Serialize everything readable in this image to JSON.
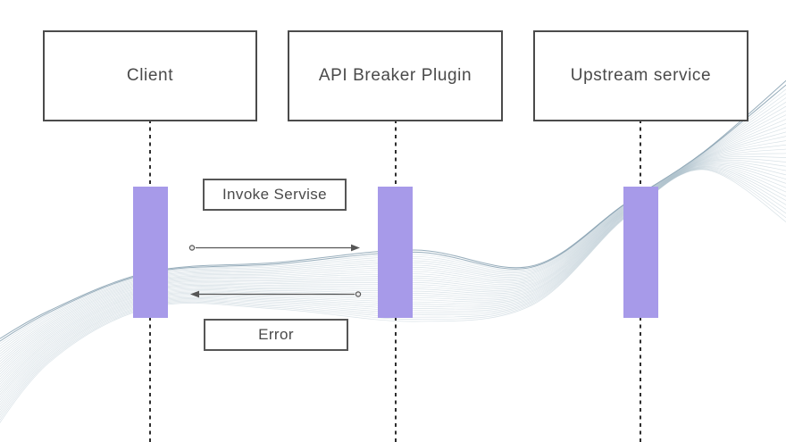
{
  "diagram": {
    "actors": [
      {
        "id": "client",
        "label": "Client"
      },
      {
        "id": "api-breaker-plugin",
        "label": "API Breaker Plugin"
      },
      {
        "id": "upstream-service",
        "label": "Upstream service"
      }
    ],
    "messages": [
      {
        "id": "invoke-service",
        "label": "Invoke Servise",
        "from": "Client",
        "to": "API Breaker Plugin",
        "direction": "right"
      },
      {
        "id": "error",
        "label": "Error",
        "from": "API Breaker Plugin",
        "to": "Client",
        "direction": "left"
      }
    ],
    "colors": {
      "background": "#ffffff",
      "activation_bar": "#a79ae9",
      "box_border": "#4b4b4b",
      "label_text": "#4a4a4a",
      "arrow": "#565656",
      "lifeline": "#2e2e2e",
      "wave_light": "#aabfca",
      "wave_dark": "#7e9aab"
    }
  }
}
